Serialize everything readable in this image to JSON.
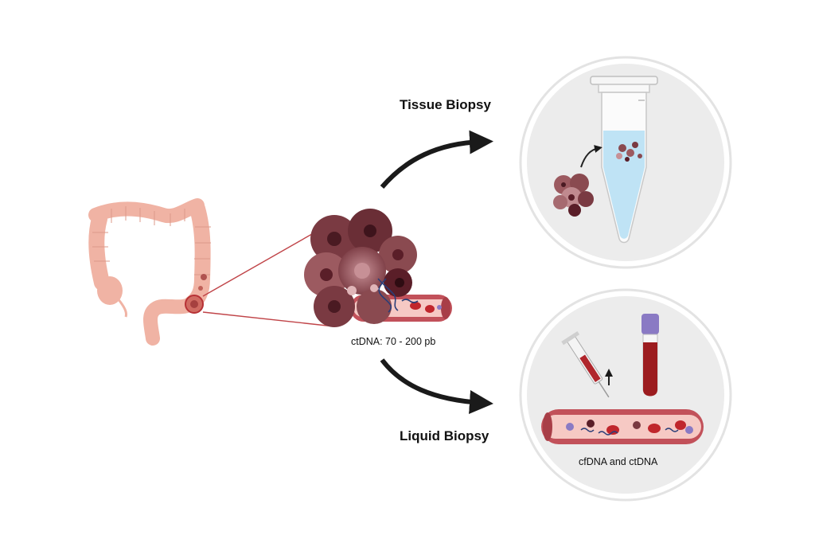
{
  "labels": {
    "tissue_biopsy": "Tissue Biopsy",
    "liquid_biopsy": "Liquid Biopsy",
    "ctdna_size": "ctDNA: 70 - 200 pb",
    "cfdna_ctdna": "cfDNA and ctDNA"
  },
  "icons": [
    "colon-icon",
    "tumor-mass-icon",
    "blood-vessel-icon",
    "dna-strand-icon",
    "conical-tube-icon",
    "syringe-icon",
    "blood-collection-tube-icon",
    "curved-arrow-icon"
  ],
  "colors": {
    "colon": "#f0b3a4",
    "tumor": "#8a4a50",
    "tumor_dark": "#5a1e28",
    "vessel": "#c2515a",
    "vessel_lumen": "#f6c9c4",
    "blood": "#9c1c1f",
    "rbc": "#c0262c",
    "tube_liquid": "#bfe3f5",
    "cap_purple": "#8a7ac4",
    "arrow": "#1a1a1a",
    "circle_bg": "#ececec",
    "dna": "#2a3e78"
  }
}
